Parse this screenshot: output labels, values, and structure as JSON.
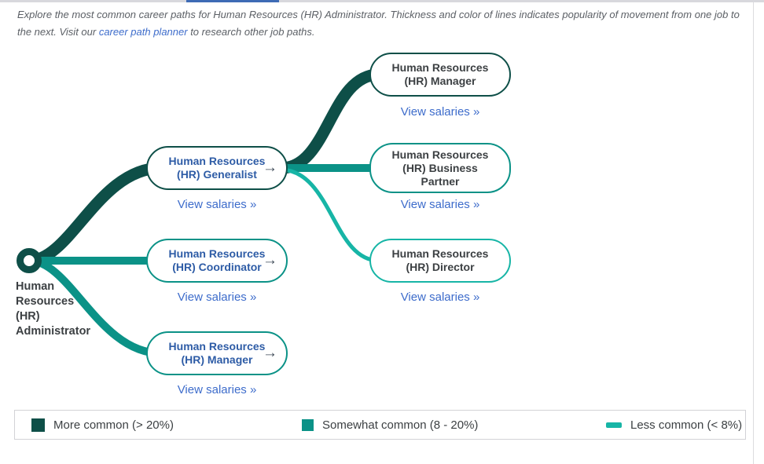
{
  "description": {
    "before_link": "Explore the most common career paths for Human Resources (HR) Administrator. Thickness and color of lines indicates popularity of movement from one job to the next. Visit our ",
    "link": "career path planner",
    "after_link": " to research other job paths."
  },
  "root_node": {
    "label": "Human\nResources\n(HR)\nAdministrator"
  },
  "arrow_glyph": "→",
  "view_salaries": "View salaries »",
  "nodes": [
    {
      "id": "generalist",
      "label": "Human Resources\n(HR) Generalist",
      "level": "more_common",
      "has_arrow": true
    },
    {
      "id": "coordinator",
      "label": "Human Resources\n(HR) Coordinator",
      "level": "somewhat_common",
      "has_arrow": true
    },
    {
      "id": "manager-mid",
      "label": "Human Resources\n(HR) Manager",
      "level": "somewhat_common",
      "has_arrow": true
    },
    {
      "id": "manager-right",
      "label": "Human Resources\n(HR) Manager",
      "level": "more_common",
      "has_arrow": false
    },
    {
      "id": "business-partner",
      "label": "Human Resources\n(HR) Business\nPartner",
      "level": "somewhat_common",
      "has_arrow": false
    },
    {
      "id": "director",
      "label": "Human Resources\n(HR) Director",
      "level": "less_common",
      "has_arrow": false
    }
  ],
  "edges": [
    {
      "from": "hr-administrator",
      "to": "hr-generalist",
      "level": "more_common"
    },
    {
      "from": "hr-administrator",
      "to": "hr-coordinator",
      "level": "somewhat_common"
    },
    {
      "from": "hr-administrator",
      "to": "hr-manager-mid",
      "level": "somewhat_common"
    },
    {
      "from": "hr-generalist",
      "to": "hr-manager-right",
      "level": "more_common"
    },
    {
      "from": "hr-generalist",
      "to": "hr-business-partner",
      "level": "somewhat_common"
    },
    {
      "from": "hr-generalist",
      "to": "hr-director",
      "level": "less_common"
    }
  ],
  "legend": {
    "items": [
      {
        "label": "More common (> 20%)",
        "level": "more_common"
      },
      {
        "label": "Somewhat common (8 - 20%)",
        "level": "somewhat_common"
      },
      {
        "label": "Less common (< 8%)",
        "level": "less_common"
      }
    ]
  },
  "colors": {
    "more_common": "#0e4f48",
    "somewhat_common": "#0b9287",
    "less_common": "#17b5a6",
    "node_text_blue": "#2e5ca6",
    "text_dark": "#3c4043",
    "link_blue": "#3d6ccb",
    "description_gray": "#5c6066",
    "scrollbar_thumb": "#3e6bb5"
  }
}
